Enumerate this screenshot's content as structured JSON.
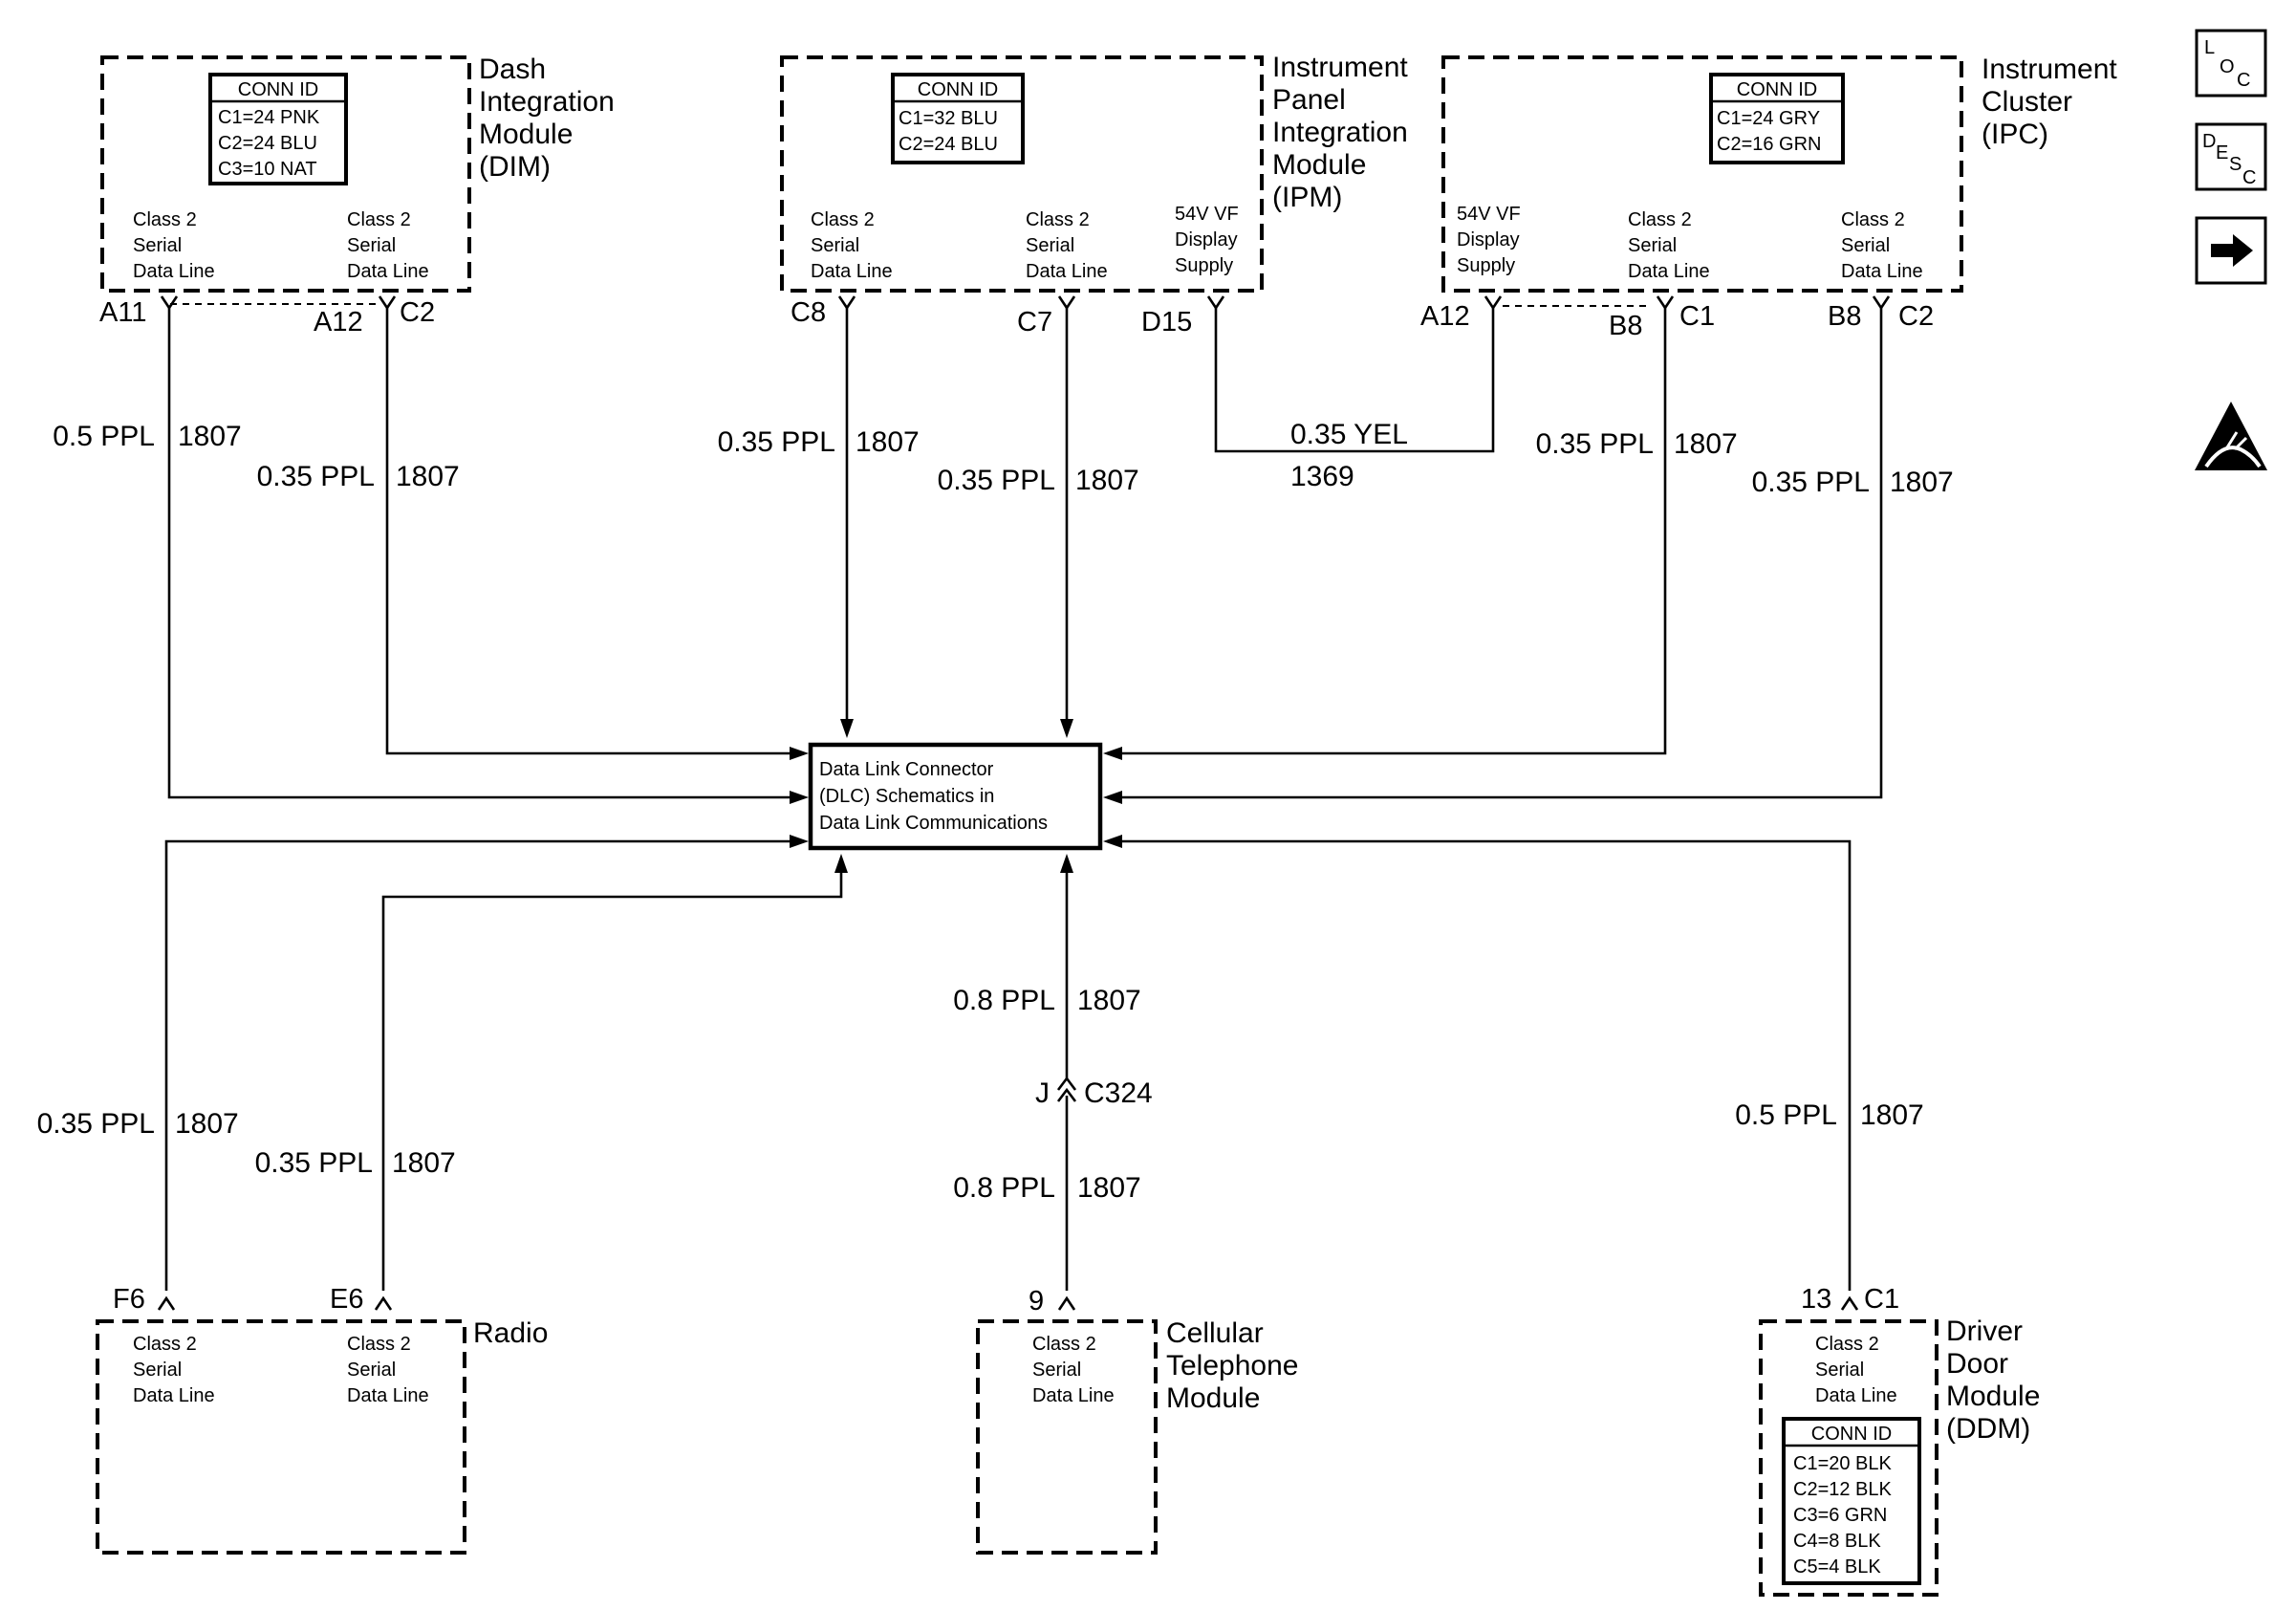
{
  "modules": {
    "dim": {
      "name_lines": [
        "Dash",
        "Integration",
        "Module",
        "(DIM)"
      ],
      "conn_id": {
        "title": "CONN ID",
        "rows": [
          "C1=24 PNK",
          "C2=24 BLU",
          "C3=10 NAT"
        ]
      },
      "signals": [
        [
          "Class 2",
          "Serial",
          "Data Line"
        ],
        [
          "Class 2",
          "Serial",
          "Data Line"
        ]
      ],
      "pins": [
        "A11",
        "A12",
        "C2"
      ]
    },
    "ipm": {
      "name_lines": [
        "Instrument",
        "Panel",
        "Integration",
        "Module",
        "(IPM)"
      ],
      "conn_id": {
        "title": "CONN ID",
        "rows": [
          "C1=32 BLU",
          "C2=24 BLU"
        ]
      },
      "signals": [
        [
          "Class 2",
          "Serial",
          "Data Line"
        ],
        [
          "Class 2",
          "Serial",
          "Data Line"
        ],
        [
          "54V VF",
          "Display",
          "Supply"
        ]
      ],
      "pins": [
        "C8",
        "C7",
        "D15"
      ]
    },
    "ipc": {
      "name_lines": [
        "Instrument",
        "Cluster",
        "(IPC)"
      ],
      "conn_id": {
        "title": "CONN ID",
        "rows": [
          "C1=24 GRY",
          "C2=16 GRN"
        ]
      },
      "signals": [
        [
          "54V VF",
          "Display",
          "Supply"
        ],
        [
          "Class 2",
          "Serial",
          "Data Line"
        ],
        [
          "Class 2",
          "Serial",
          "Data Line"
        ]
      ],
      "pins": [
        "A12",
        "B8",
        "C1",
        "B8",
        "C2"
      ]
    },
    "radio": {
      "name_lines": [
        "Radio"
      ],
      "signals": [
        [
          "Class 2",
          "Serial",
          "Data Line"
        ],
        [
          "Class 2",
          "Serial",
          "Data Line"
        ]
      ],
      "pins": [
        "F6",
        "E6"
      ]
    },
    "cell": {
      "name_lines": [
        "Cellular",
        "Telephone",
        "Module"
      ],
      "signals": [
        [
          "Class 2",
          "Serial",
          "Data Line"
        ]
      ],
      "pins": [
        "9"
      ]
    },
    "ddm": {
      "name_lines": [
        "Driver",
        "Door",
        "Module",
        "(DDM)"
      ],
      "conn_id": {
        "title": "CONN ID",
        "rows": [
          "C1=20 BLK",
          "C2=12 BLK",
          "C3=6 GRN",
          "C4=8 BLK",
          "C5=4 BLK"
        ]
      },
      "signals": [
        [
          "Class 2",
          "Serial",
          "Data Line"
        ]
      ],
      "pins": [
        "13",
        "C1"
      ]
    }
  },
  "dlc": {
    "lines": [
      "Data Link Connector",
      "(DLC) Schematics in",
      "Data Link Communications"
    ]
  },
  "wires": {
    "dim_a11": [
      "0.5 PPL",
      "1807"
    ],
    "dim_a12": [
      "0.35 PPL",
      "1807"
    ],
    "ipm_c8": [
      "0.35 PPL",
      "1807"
    ],
    "ipm_c7": [
      "0.35 PPL",
      "1807"
    ],
    "ipm_d15": [
      "0.35 YEL",
      "1369"
    ],
    "ipc_b8_c1": [
      "0.35 PPL",
      "1807"
    ],
    "ipc_b8_c2": [
      "0.35 PPL",
      "1807"
    ],
    "radio_f6": [
      "0.35 PPL",
      "1807"
    ],
    "radio_e6": [
      "0.35 PPL",
      "1807"
    ],
    "cell_upper": [
      "0.8 PPL",
      "1807"
    ],
    "cell_lower": [
      "0.8 PPL",
      "1807"
    ],
    "ddm": [
      "0.5 PPL",
      "1807"
    ]
  },
  "inline_connector": {
    "left": "J",
    "right": "C324"
  },
  "side_icons": {
    "loc": [
      "L",
      "O",
      "C"
    ],
    "desc": [
      "D",
      "E",
      "S",
      "C"
    ],
    "arrow": "arrow-right-icon",
    "esd": "esd-warning-icon"
  }
}
